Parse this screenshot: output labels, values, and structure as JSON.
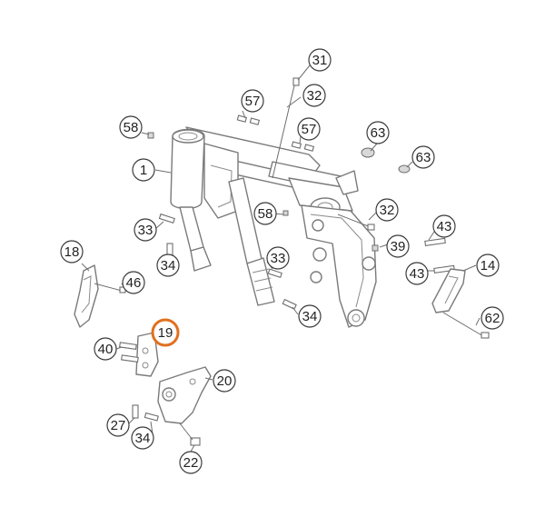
{
  "diagram": {
    "highlight_color": "#e0701f",
    "highlighted_part": "19",
    "callouts": [
      {
        "id": "c31",
        "label": "31"
      },
      {
        "id": "c32a",
        "label": "32"
      },
      {
        "id": "c57a",
        "label": "57"
      },
      {
        "id": "c57b",
        "label": "57"
      },
      {
        "id": "c58a",
        "label": "58"
      },
      {
        "id": "c63a",
        "label": "63"
      },
      {
        "id": "c63b",
        "label": "63"
      },
      {
        "id": "c1",
        "label": "1"
      },
      {
        "id": "c32b",
        "label": "32"
      },
      {
        "id": "c58b",
        "label": "58"
      },
      {
        "id": "c33a",
        "label": "33"
      },
      {
        "id": "c43a",
        "label": "43"
      },
      {
        "id": "c18",
        "label": "18"
      },
      {
        "id": "c39",
        "label": "39"
      },
      {
        "id": "c34a",
        "label": "34"
      },
      {
        "id": "c33b",
        "label": "33"
      },
      {
        "id": "c14",
        "label": "14"
      },
      {
        "id": "c43b",
        "label": "43"
      },
      {
        "id": "c46",
        "label": "46"
      },
      {
        "id": "c34b",
        "label": "34"
      },
      {
        "id": "c62",
        "label": "62"
      },
      {
        "id": "c19",
        "label": "19"
      },
      {
        "id": "c40",
        "label": "40"
      },
      {
        "id": "c20",
        "label": "20"
      },
      {
        "id": "c27",
        "label": "27"
      },
      {
        "id": "c34c",
        "label": "34"
      },
      {
        "id": "c22",
        "label": "22"
      }
    ]
  }
}
